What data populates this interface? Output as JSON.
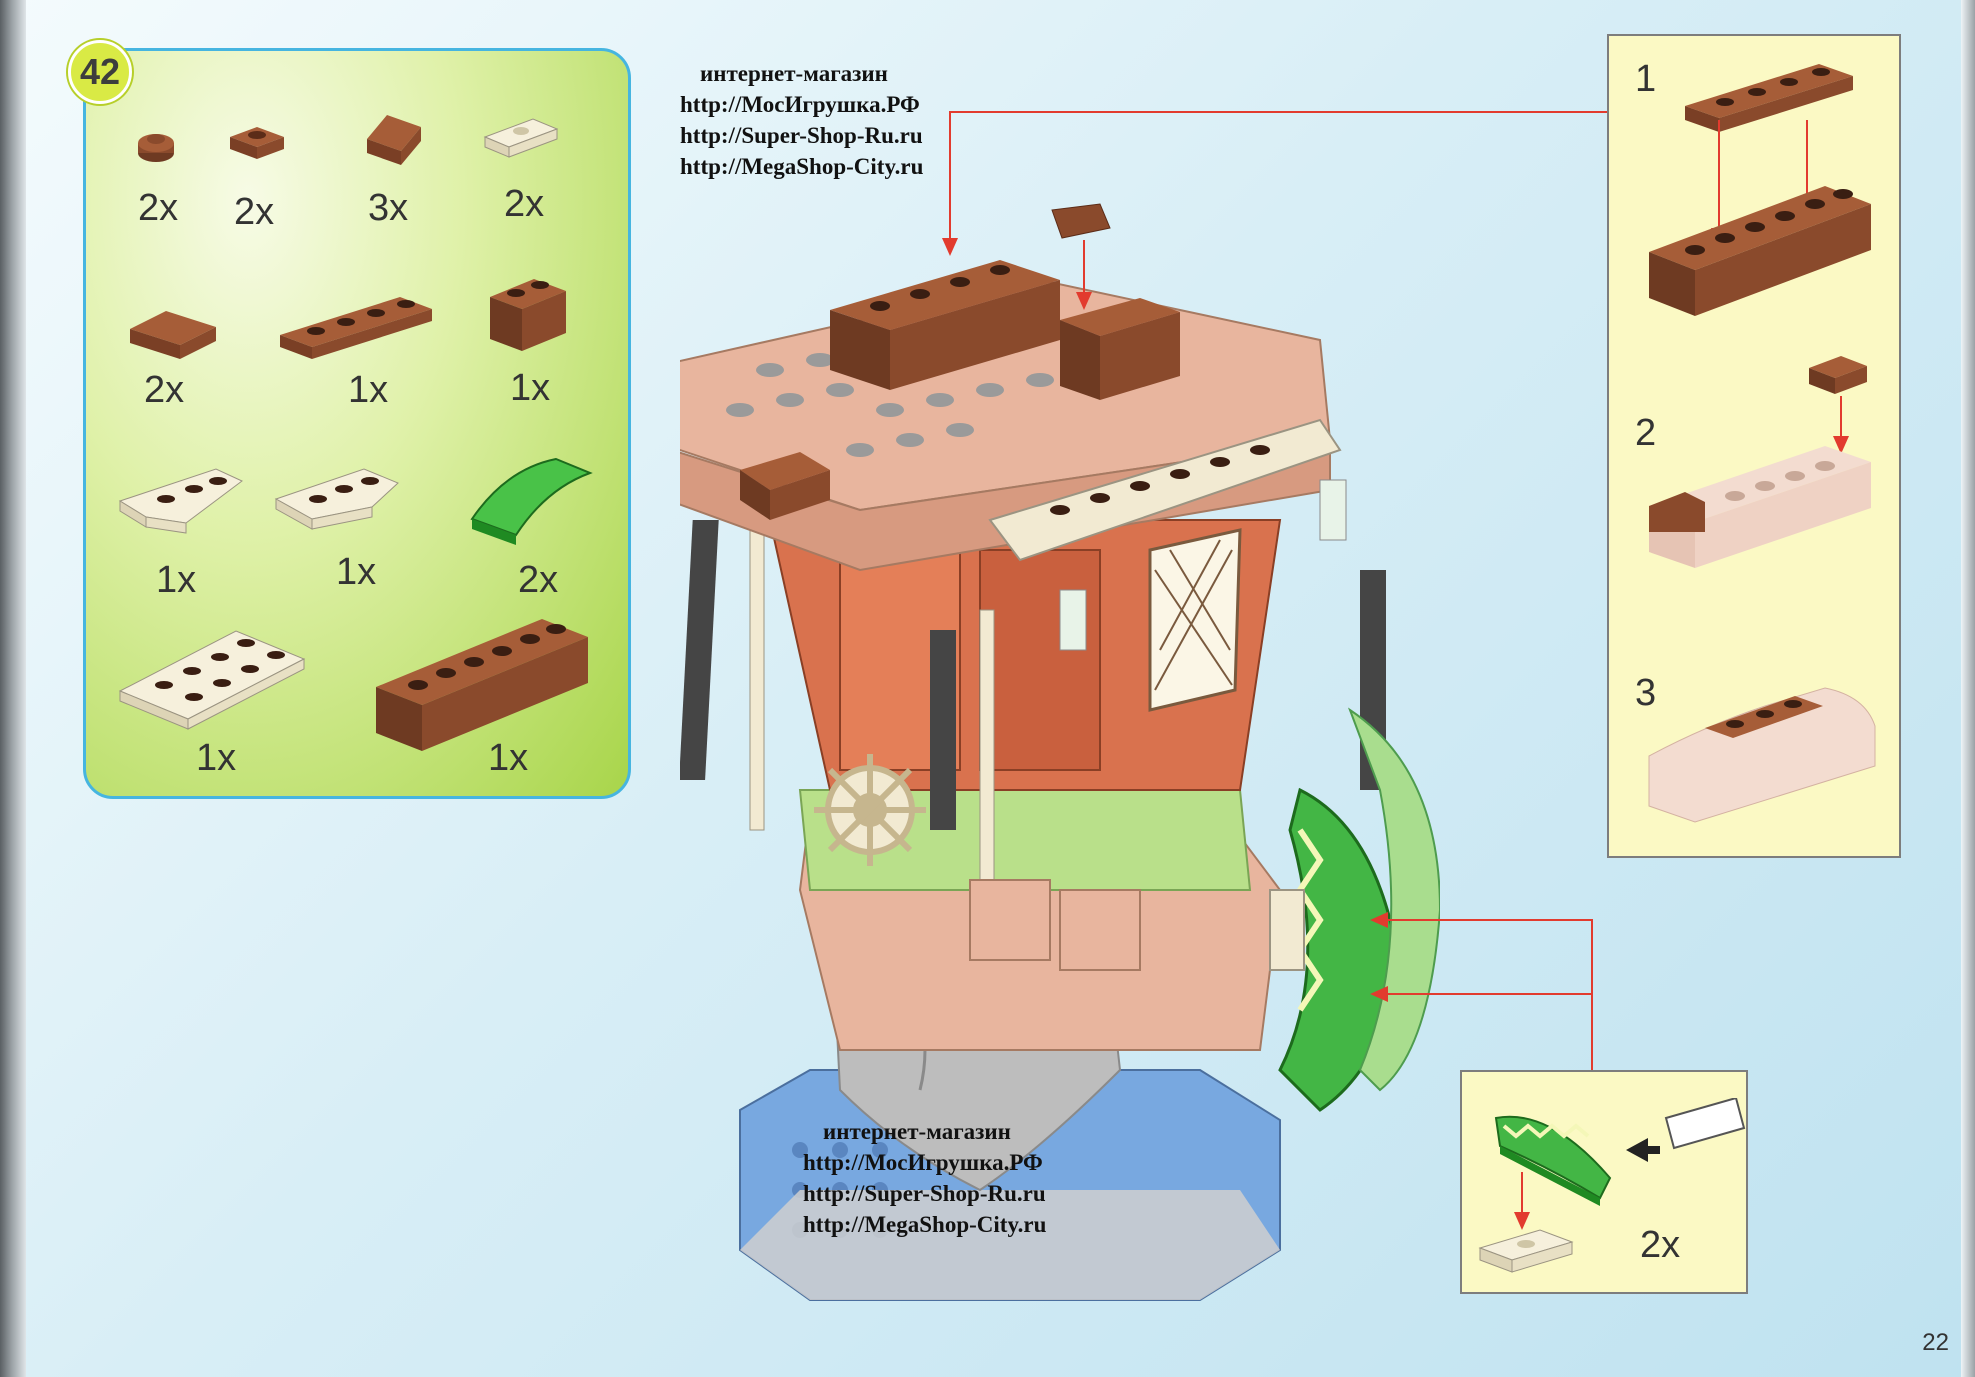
{
  "step": {
    "number": "42"
  },
  "parts": [
    {
      "qty": "2x",
      "icon": "round-plate-1x1-brown-icon"
    },
    {
      "qty": "2x",
      "icon": "plate-1x1-brown-icon"
    },
    {
      "qty": "3x",
      "icon": "slope-1x1-brown-icon"
    },
    {
      "qty": "2x",
      "icon": "jumper-plate-1x2-tan-icon"
    },
    {
      "qty": "2x",
      "icon": "slope-1x2-brown-icon"
    },
    {
      "qty": "1x",
      "icon": "plate-1x4-brown-icon"
    },
    {
      "qty": "1x",
      "icon": "brick-1x2-brown-icon"
    },
    {
      "qty": "1x",
      "icon": "wedge-plate-left-tan-icon"
    },
    {
      "qty": "1x",
      "icon": "wedge-plate-right-tan-icon"
    },
    {
      "qty": "2x",
      "icon": "curved-slope-green-icon"
    },
    {
      "qty": "1x",
      "icon": "plate-2x4-tan-icon"
    },
    {
      "qty": "1x",
      "icon": "brick-1x6-brown-icon"
    }
  ],
  "subassembly": {
    "steps": [
      "1",
      "2",
      "3"
    ],
    "side_qty": "2x"
  },
  "watermark": {
    "title": "интернет-магазин",
    "links": [
      "http://МосИгрушка.РФ",
      "http://Super-Shop-Ru.ru",
      "http://MegaShop-City.ru"
    ]
  },
  "page": {
    "number": "22"
  },
  "colors": {
    "brown": "#8a4a2c",
    "tan": "#f2ead2",
    "green": "#3cae3a",
    "salmon": "#e8b59e",
    "red_arrow": "#e23b2e"
  }
}
